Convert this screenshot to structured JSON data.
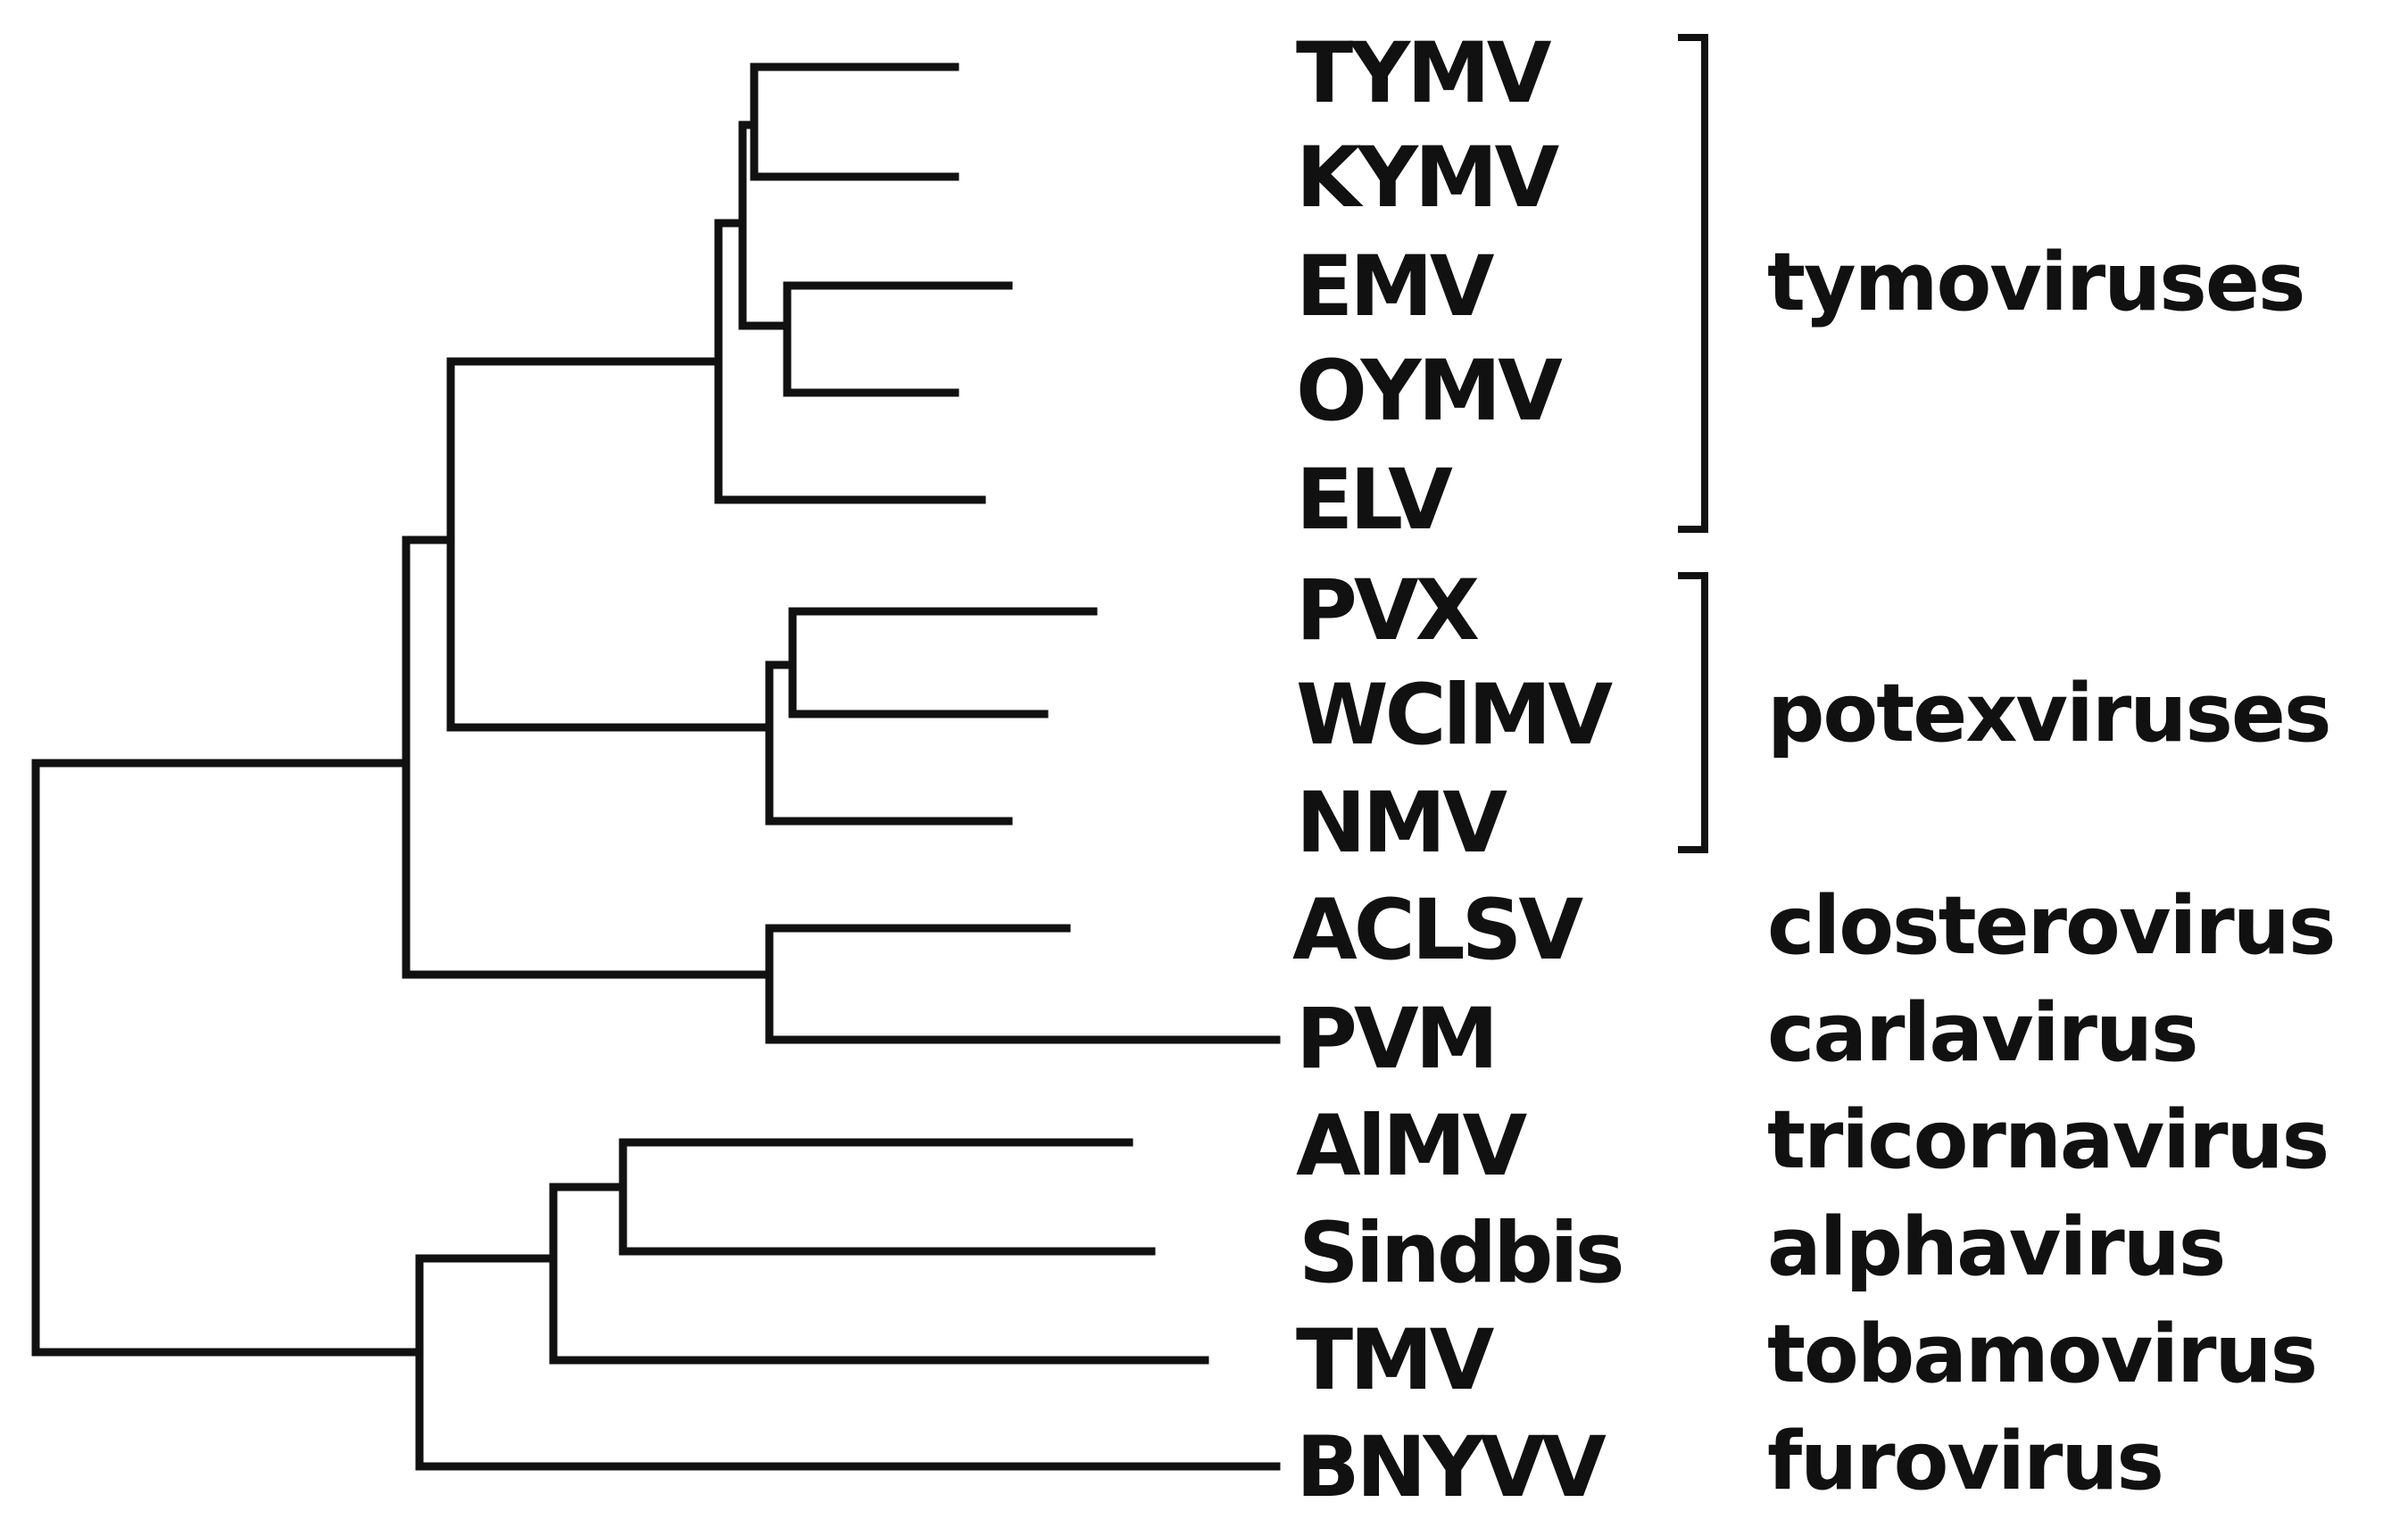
{
  "taxa": [
    {
      "id": "tymv",
      "label": "TYMV"
    },
    {
      "id": "kymv",
      "label": "KYMV"
    },
    {
      "id": "emv",
      "label": "EMV"
    },
    {
      "id": "oymv",
      "label": "OYMV"
    },
    {
      "id": "elv",
      "label": "ELV"
    },
    {
      "id": "pvx",
      "label": "PVX"
    },
    {
      "id": "wclmv",
      "label": "WClMV"
    },
    {
      "id": "nmv",
      "label": "NMV"
    },
    {
      "id": "aclsv",
      "label": "ACLSV"
    },
    {
      "id": "pvm",
      "label": "PVM"
    },
    {
      "id": "almv",
      "label": "AlMV"
    },
    {
      "id": "sindbis",
      "label": "Sindbis"
    },
    {
      "id": "tmv",
      "label": "TMV"
    },
    {
      "id": "bnyvv",
      "label": "BNYVV"
    }
  ],
  "groups": [
    {
      "id": "tymoviruses",
      "label": "tymoviruses",
      "bracketed": true
    },
    {
      "id": "potexviruses",
      "label": "potexviruses",
      "bracketed": true
    },
    {
      "id": "closterovirus",
      "label": "closterovirus",
      "bracketed": false
    },
    {
      "id": "carlavirus",
      "label": "carlavirus",
      "bracketed": false
    },
    {
      "id": "tricornavirus",
      "label": "tricornavirus",
      "bracketed": false
    },
    {
      "id": "alphavirus",
      "label": "alphavirus",
      "bracketed": false
    },
    {
      "id": "tobamovirus",
      "label": "tobamovirus",
      "bracketed": false
    },
    {
      "id": "furovirus",
      "label": "furovirus",
      "bracketed": false
    }
  ],
  "colors": {
    "line": "#111111",
    "text": "#111111",
    "background": "#ffffff"
  }
}
